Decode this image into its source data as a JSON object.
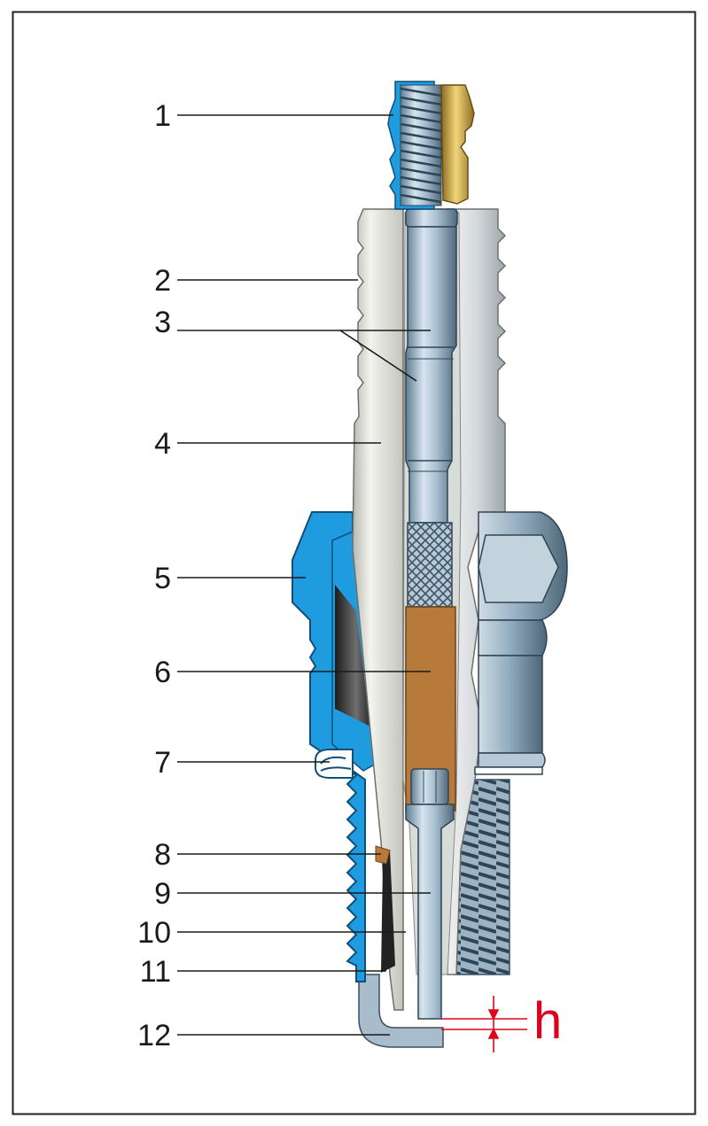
{
  "diagram": {
    "labels": [
      {
        "id": "1",
        "text": "1"
      },
      {
        "id": "2",
        "text": "2"
      },
      {
        "id": "3",
        "text": "3"
      },
      {
        "id": "4",
        "text": "4"
      },
      {
        "id": "5",
        "text": "5"
      },
      {
        "id": "6",
        "text": "6"
      },
      {
        "id": "7",
        "text": "7"
      },
      {
        "id": "8",
        "text": "8"
      },
      {
        "id": "9",
        "text": "9"
      },
      {
        "id": "10",
        "text": "10"
      },
      {
        "id": "11",
        "text": "11"
      },
      {
        "id": "12",
        "text": "12"
      }
    ],
    "gap_label": "h",
    "colors": {
      "metal_blue": "#1f9be0",
      "insulator": "#e4e4df",
      "resistor": "#b87a3a",
      "brass": "#c9a23a",
      "dimension_red": "#e0001b",
      "steel": "#9fb6c8"
    }
  }
}
